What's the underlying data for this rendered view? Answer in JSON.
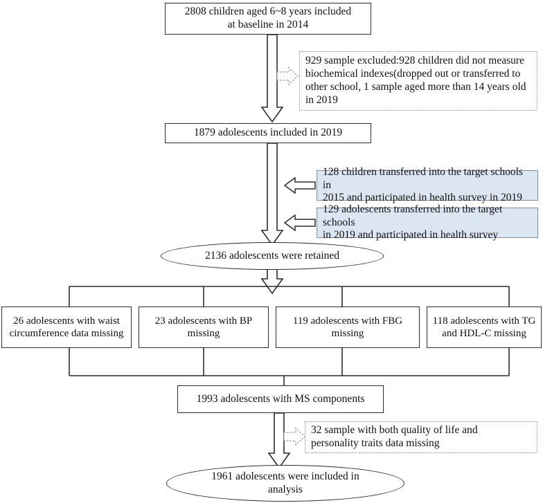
{
  "diagram": {
    "title": "Study participant flow diagram",
    "type": "flowchart",
    "colors": {
      "stroke": "#2b2b2b",
      "blue_fill": "#dce6f2",
      "blue_stroke": "#7e8ea3",
      "dotted_stroke": "#8a8a8a",
      "text": "#111111",
      "background": "#ffffff"
    }
  },
  "nodes": {
    "baseline": {
      "id": "baseline-cohort",
      "shape": "rect",
      "text": "2808 children aged 6~8 years included\nat baseline in 2014"
    },
    "excluded_2019": {
      "id": "excluded-2019-note",
      "shape": "rect-dotted",
      "text": "929 sample excluded:928 children did not measure\nbiochemical indexes(dropped out or transferred to\nother school, 1 sample aged more than 14 years old\nin 2019"
    },
    "included_2019": {
      "id": "included-2019",
      "shape": "rect",
      "text": "1879 adolescents included in 2019"
    },
    "transfer_2015": {
      "id": "transferred-2015",
      "shape": "rect-blue",
      "text": "128 children transferred into the target schools in\n2015 and participated in health survey in 2019"
    },
    "transfer_2019": {
      "id": "transferred-2019",
      "shape": "rect-blue",
      "text": "129 adolescents transferred into the target schools\nin 2019 and participated in health survey"
    },
    "retained": {
      "id": "retained-cohort",
      "shape": "ellipse",
      "text": "2136 adolescents were retained"
    },
    "missing_wc": {
      "id": "missing-waist-circumference",
      "shape": "rect",
      "text": "26 adolescents with waist\ncircumference data missing"
    },
    "missing_bp": {
      "id": "missing-bp",
      "shape": "rect",
      "text": "23 adolescents with BP\nmissing"
    },
    "missing_fbg": {
      "id": "missing-fbg",
      "shape": "rect",
      "text": "119 adolescents with FBG\nmissing"
    },
    "missing_tg_hdl": {
      "id": "missing-tg-hdlc",
      "shape": "rect",
      "text": "118 adolescents with TG\nand HDL-C missing"
    },
    "ms_components": {
      "id": "ms-components",
      "shape": "rect",
      "text": "1993 adolescents with MS components"
    },
    "excluded_qol": {
      "id": "excluded-qol-note",
      "shape": "rect-dotted",
      "text": "32 sample with both quality of life and\npersonality traits data missing"
    },
    "analysis": {
      "id": "final-analysis",
      "shape": "ellipse",
      "text": "1961 adolescents were included in\nanalysis"
    }
  },
  "icons": {
    "arrow_down": "arrow-down-icon",
    "arrow_left": "arrow-left-icon",
    "arrow_right": "arrow-right-icon"
  }
}
